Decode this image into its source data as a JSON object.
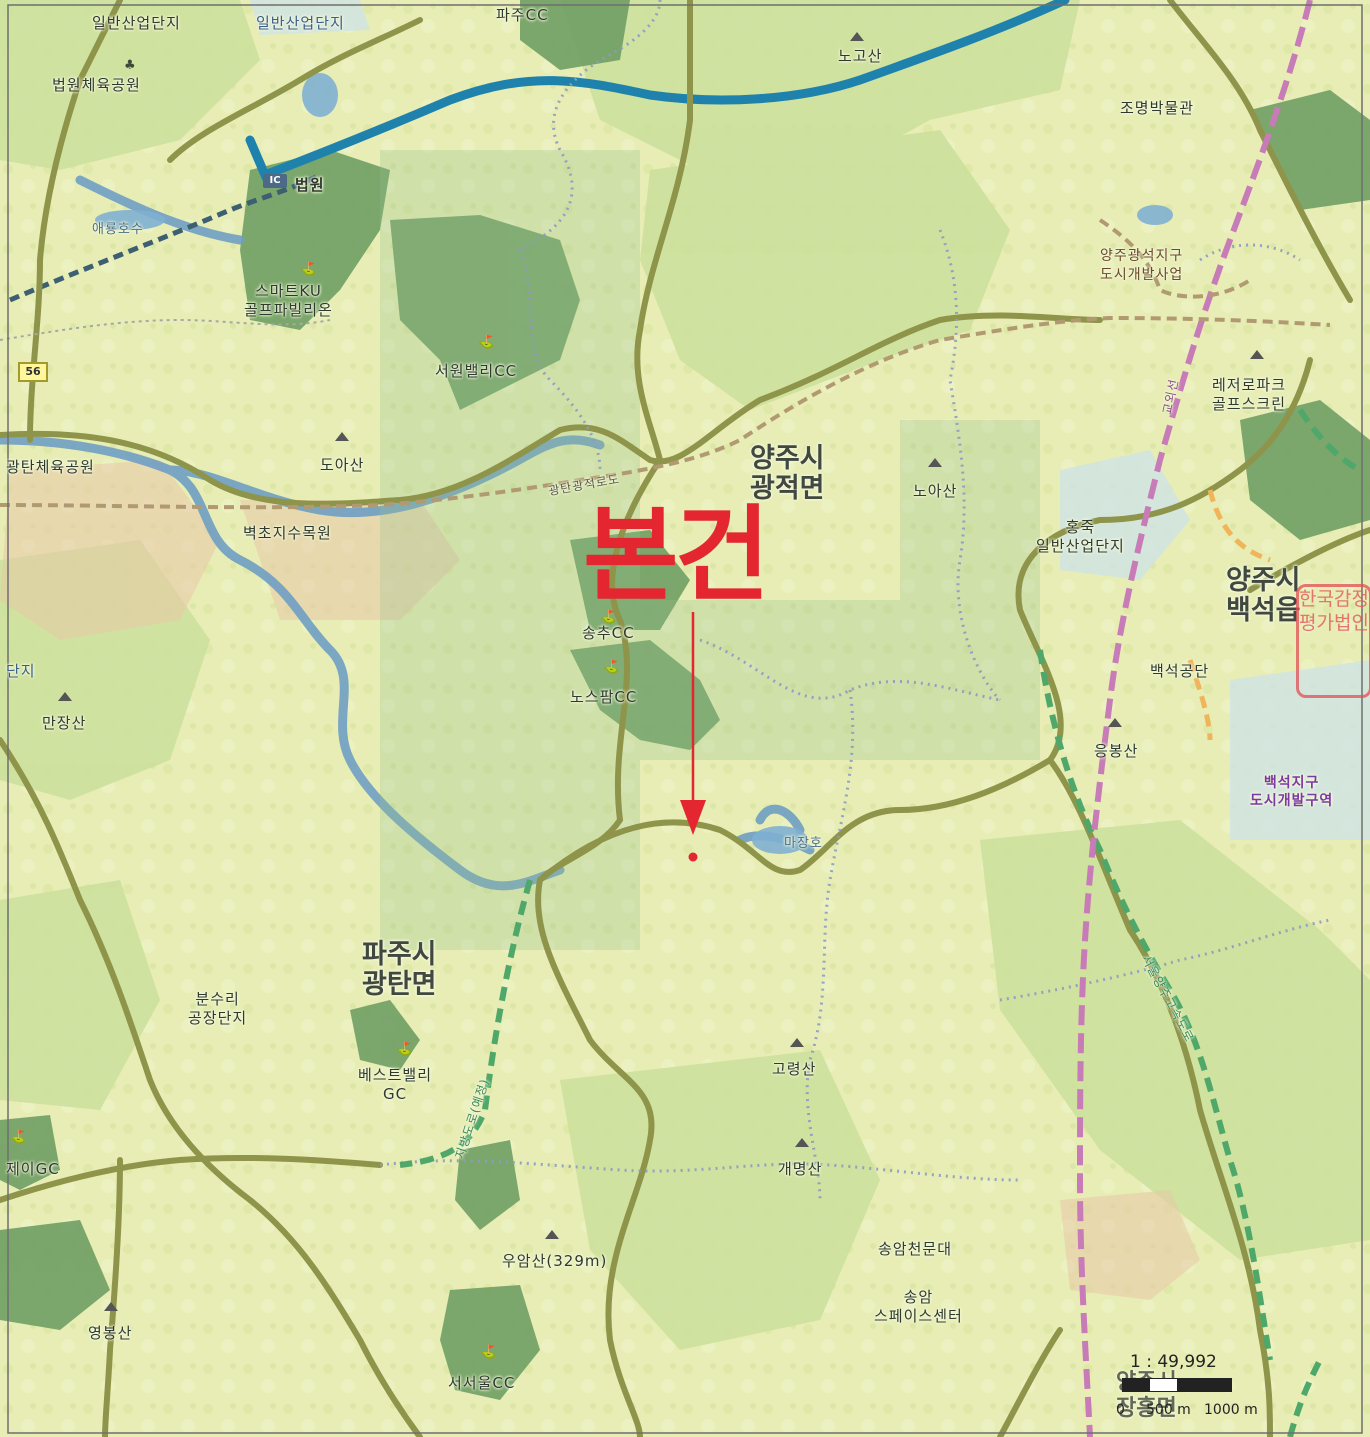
{
  "title_marker": "본건",
  "scale": {
    "ratio": "1 : 49,992",
    "tick_0": "0",
    "tick_500": "500 m",
    "tick_1000": "1000 m"
  },
  "route_number": "56",
  "ic_badge": "IC",
  "seal_text": "한국감정평가법인",
  "labels": {
    "ilbansan_top": "일반산업단지",
    "ilbansan_top2": "일반산업단지",
    "paju_cc": "파주CC",
    "nogo": "노고산",
    "beobwon_park": "법원체육공원",
    "jomyeong_museum": "조명박물관",
    "beobwon": "법원",
    "aeryong": "애룡호수",
    "smart_ku": "스마트KU\n골프파빌리온",
    "seowon_cc": "서원밸리CC",
    "yangju_gwangseok": "양주광석지구\n도시개발사업",
    "leisure_park": "레저로파크\n골프스크린",
    "gwangtan_park": "광탄체육공원",
    "doa": "도아산",
    "gwangtan_road": "광탄광적로도",
    "yangju_gwangjeok": "양주시\n광적면",
    "noa": "노아산",
    "heungjuk": "홍죽\n일반산업단지",
    "yangju_baekseok": "양주시\n백석읍",
    "baekchochi": "벽초지수목원",
    "songchu_cc": "송추CC",
    "noseupam_cc": "노스팜CC",
    "baekseok_gongdan": "백석공단",
    "dan": "단지",
    "manjang": "만장산",
    "eungbong": "응봉산",
    "baekseok_jigu": "백석지구\n도시개발구역",
    "majang_lake": "마장호",
    "paju_gwangtan": "파주시\n광탄면",
    "bunsuri": "분수리\n공장단지",
    "best_valley": "베스트밸리\nGC",
    "jiseong_road": "지방도로(예정)",
    "goryeong": "고령산",
    "gaemyeong": "개명산",
    "jei_gc": "제이GC",
    "uam": "우암산(329m)",
    "songam_observatory": "송암천문대",
    "songam_space": "송암\n스페이스센터",
    "yeongbong": "영봉산",
    "seoseoul_cc": "서서울CC",
    "jangheung": "양주시\n장흥면",
    "rail_line": "교외선",
    "seoul_yangju": "서울양주고속도로"
  },
  "colors": {
    "base": "#e6edb6",
    "forest": "#7fa86a",
    "forest_dark": "#5f9162",
    "water": "#6f9fc4",
    "highway": "#1f7fa8",
    "road": "#8f944b",
    "marker": "#e3262f"
  }
}
